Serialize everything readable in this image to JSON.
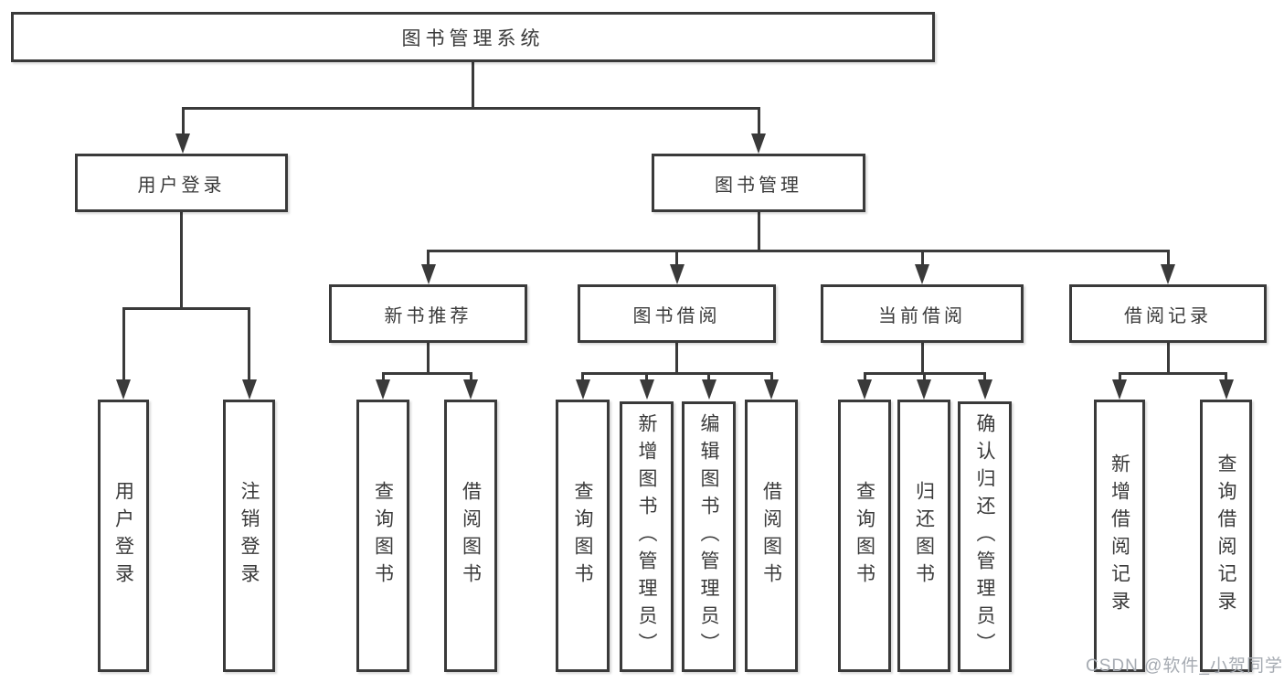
{
  "diagram": {
    "title": "图书管理系统",
    "type": "functional-structure-tree"
  },
  "colors": {
    "background": "#ffffff",
    "line": "#3a3a3a",
    "box_fill": "#ffffff",
    "text": "#3a3a3a",
    "watermark": "#a6abb2"
  },
  "watermark": {
    "text": "CSDN @软件_小贺同学"
  },
  "nodes": [
    {
      "id": "root",
      "label": "图书管理系统",
      "parent": null
    },
    {
      "id": "login",
      "label": "用户登录",
      "parent": "root"
    },
    {
      "id": "mgmt",
      "label": "图书管理",
      "parent": "root"
    },
    {
      "id": "rec",
      "label": "新书推荐",
      "parent": "mgmt"
    },
    {
      "id": "borrow",
      "label": "图书借阅",
      "parent": "mgmt"
    },
    {
      "id": "current",
      "label": "当前借阅",
      "parent": "mgmt"
    },
    {
      "id": "record",
      "label": "借阅记录",
      "parent": "mgmt"
    },
    {
      "id": "login-user",
      "label": "用户登录",
      "parent": "login"
    },
    {
      "id": "login-logout",
      "label": "注销登录",
      "parent": "login"
    },
    {
      "id": "rec-query",
      "label": "查询图书",
      "parent": "rec"
    },
    {
      "id": "rec-borrow",
      "label": "借阅图书",
      "parent": "rec"
    },
    {
      "id": "borrow-query",
      "label": "查询图书",
      "parent": "borrow"
    },
    {
      "id": "borrow-add",
      "label": "新增图书（管理员）",
      "parent": "borrow"
    },
    {
      "id": "borrow-edit",
      "label": "编辑图书（管理员）",
      "parent": "borrow"
    },
    {
      "id": "borrow-borrow",
      "label": "借阅图书",
      "parent": "borrow"
    },
    {
      "id": "current-query",
      "label": "查询图书",
      "parent": "current"
    },
    {
      "id": "current-return",
      "label": "归还图书",
      "parent": "current"
    },
    {
      "id": "current-confirm",
      "label": "确认归还（管理员）",
      "parent": "current"
    },
    {
      "id": "record-add",
      "label": "新增借阅记录",
      "parent": "record"
    },
    {
      "id": "record-query",
      "label": "查询借阅记录",
      "parent": "record"
    }
  ]
}
